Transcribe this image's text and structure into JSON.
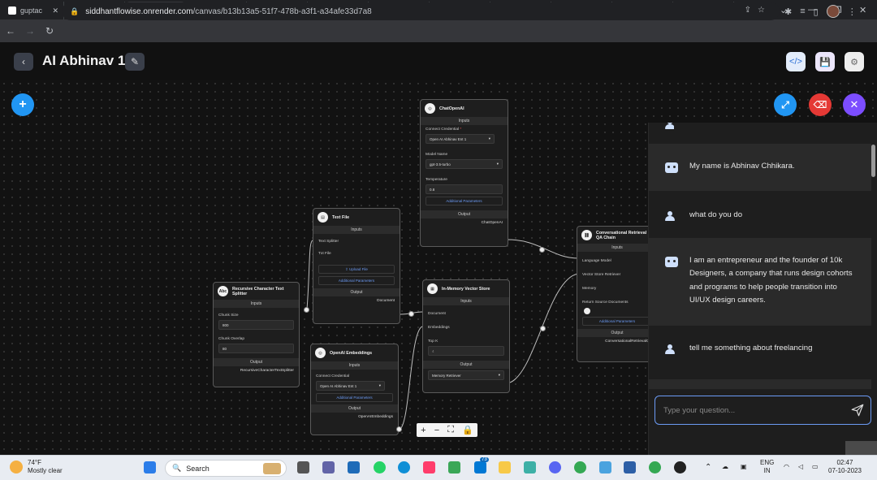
{
  "browser": {
    "tabs": [
      {
        "title": "guptac",
        "color": "#ffffff"
      },
      {
        "title": "Siddha",
        "color": "#5fd3b7"
      },
      {
        "title": "Flowise",
        "color": "#e8eaed",
        "active": true
      },
      {
        "title": "(6) Flo",
        "color": "#ff0000"
      },
      {
        "title": "YouTub",
        "color": "#9aa0a6"
      },
      {
        "title": "Node.j",
        "color": "#6cc24a"
      },
      {
        "title": "(6) You",
        "color": "#ff0000"
      },
      {
        "title": "Downl",
        "color": "#8ab4f8"
      },
      {
        "title": "(6) You",
        "color": "#ff0000"
      },
      {
        "title": "Mailm",
        "color": "#6f7cff"
      },
      {
        "title": "instan",
        "color": "#1877f2"
      },
      {
        "title": "(6) Bu",
        "color": "#ff0000"
      }
    ],
    "url_host": "siddhantflowise.onrender.com",
    "url_path": "/canvas/b13b13a5-51f7-478b-a3f1-a34afe33d7a8"
  },
  "app": {
    "flow_title": "AI Abhinav 1"
  },
  "nodes": {
    "chatopenai": {
      "title": "ChatOpenAI",
      "inputs": "Inputs",
      "cred_label": "Connect Credential",
      "cred_value": "Open AI Abhinav Ent 1",
      "model_label": "Model Name",
      "model_value": "gpt-3.5-turbo",
      "temp_label": "Temperature",
      "temp_value": "0.8",
      "addl": "Additional Parameters",
      "output": "Output",
      "out_name": "ChatOpenAI"
    },
    "textfile": {
      "title": "Text File",
      "inputs": "Inputs",
      "splitter_label": "Text Splitter",
      "file_label": "Txt File",
      "upload": "Upload File",
      "addl": "Additional Parameters",
      "output": "Output",
      "out_name": "Document"
    },
    "recursive": {
      "title": "Recursive Character Text Splitter",
      "inputs": "Inputs",
      "size_label": "Chunk Size",
      "size_value": "800",
      "overlap_label": "Chunk Overlap",
      "overlap_value": "80",
      "output": "Output",
      "out_name": "RecursiveCharacterTextSplitter"
    },
    "embeddings": {
      "title": "OpenAI Embeddings",
      "inputs": "Inputs",
      "cred_label": "Connect Credential",
      "cred_value": "Open AI Abhinav Ent 1",
      "addl": "Additional Parameters",
      "output": "Output",
      "out_name": "OpenAIEmbeddings"
    },
    "vectorstore": {
      "title": "In-Memory Vector Store",
      "inputs": "Inputs",
      "doc_label": "Document",
      "emb_label": "Embeddings",
      "topk_label": "Top K",
      "topk_value": "4",
      "output": "Output",
      "out_value": "Memory Retriever"
    },
    "convchain": {
      "title": "Conversational Retrieval QA Chain",
      "inputs": "Inputs",
      "lm_label": "Language Model",
      "vsr_label": "Vector Store Retriever",
      "mem_label": "Memory",
      "rsd_label": "Return Source Documents",
      "addl": "Additional Parameters",
      "output": "Output",
      "out_name": "ConversationalRetrievalQA"
    }
  },
  "chat": {
    "messages": [
      {
        "role": "bot",
        "text": "My name is Abhinav Chhikara."
      },
      {
        "role": "user",
        "text": "what do you do"
      },
      {
        "role": "bot",
        "text": "I am an entrepreneur and the founder of 10k Designers, a company that runs design cohorts and programs to help people transition into UI/UX design careers."
      },
      {
        "role": "user",
        "text": "tell me something about freelancing"
      }
    ],
    "input_placeholder": "Type your question..."
  },
  "taskbar": {
    "temp": "74°F",
    "weather": "Mostly clear",
    "search": "Search",
    "lang1": "ENG",
    "lang2": "IN",
    "time": "02:47",
    "date": "07-10-2023",
    "badge": "73"
  },
  "colors": {
    "accent_blue": "#2196f3",
    "danger_red": "#e53935",
    "purple": "#7c4dff",
    "link_blue": "#6c9bf5"
  }
}
